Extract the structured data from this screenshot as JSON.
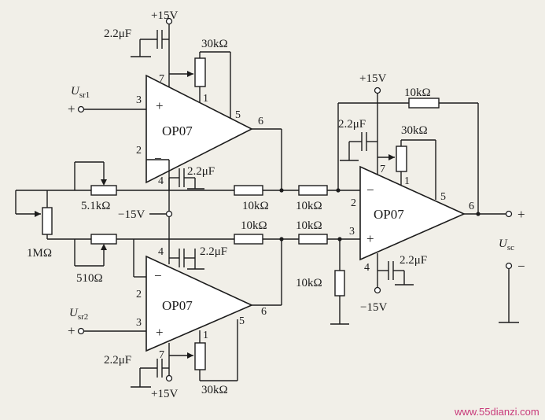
{
  "op_amp_label": "OP07",
  "supply_positive": "+15V",
  "supply_negative": "−15V",
  "inputs": {
    "u1_main": "U",
    "u1_sub": "sr1",
    "u2_main": "U",
    "u2_sub": "sr2"
  },
  "output": {
    "main": "U",
    "sub": "sc"
  },
  "signs": {
    "plus": "+",
    "minus": "−"
  },
  "components": {
    "cap": "2.2μF",
    "trim": "30kΩ",
    "r10k": "10kΩ",
    "r1m": "1MΩ",
    "r5k1": "5.1kΩ",
    "r510": "510Ω"
  },
  "pins": {
    "p1": "1",
    "p2": "2",
    "p3": "3",
    "p4": "4",
    "p5": "5",
    "p6": "6",
    "p7": "7"
  },
  "watermark": "www.55dianzi.com"
}
